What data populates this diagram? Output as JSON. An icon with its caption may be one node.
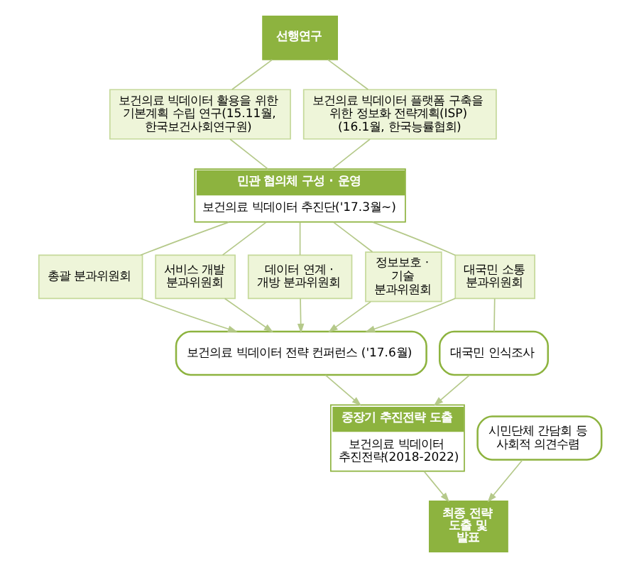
{
  "diagram": {
    "nodes": [
      {
        "text": [
          "선행연구"
        ]
      },
      {
        "text": [
          "보건의료 빅데이터 활용을 위한 기본계획 수립 연구(15.11월, 한국보건사회연구원)"
        ]
      },
      {
        "text": [
          "보건의료 빅데이터 플랫폼 구축을 위한 정보화 전략계획(ISP) (16.1월, 한국능률협회)"
        ]
      },
      {
        "text": [
          "민관 협의체 구성 · 운영",
          "보건의료 빅데이터 추진단('17.3월~)"
        ]
      },
      {
        "text": [
          "총괄 분과위원회"
        ]
      },
      {
        "text": [
          "서비스 개발 분과위원회"
        ]
      },
      {
        "text": [
          "데이터 연계 · 개방 분과위원회"
        ]
      },
      {
        "text": [
          "정보보호 · 기술 분과위원회"
        ]
      },
      {
        "text": [
          "대국민 소통 분과위원회"
        ]
      },
      {
        "text": [
          "보건의료 빅데이터 전략 컨퍼런스 ('17.6월)"
        ]
      },
      {
        "text": [
          "대국민 인식조사"
        ]
      },
      {
        "text": [
          "중장기 추진전략 도출",
          "보건의료 빅데이터 추진전략(2018-2022)"
        ]
      },
      {
        "text": [
          "시민단체 간담회 등 사회적 의견수렴"
        ]
      },
      {
        "text": [
          "최종 전략 도출 및 발표"
        ]
      }
    ],
    "edges": [
      {
        "from": 0,
        "to": 1,
        "arrow": "none"
      },
      {
        "from": 0,
        "to": 2,
        "arrow": "none"
      },
      {
        "from": 1,
        "to": 3,
        "arrow": "none"
      },
      {
        "from": 2,
        "to": 3,
        "arrow": "none"
      },
      {
        "from": 3,
        "to": 4,
        "arrow": "none"
      },
      {
        "from": 3,
        "to": 5,
        "arrow": "none"
      },
      {
        "from": 3,
        "to": 6,
        "arrow": "none"
      },
      {
        "from": 3,
        "to": 7,
        "arrow": "none"
      },
      {
        "from": 3,
        "to": 8,
        "arrow": "none"
      },
      {
        "from": 4,
        "to": 9,
        "arrow": "to"
      },
      {
        "from": 5,
        "to": 9,
        "arrow": "to"
      },
      {
        "from": 6,
        "to": 9,
        "arrow": "to"
      },
      {
        "from": 7,
        "to": 9,
        "arrow": "to"
      },
      {
        "from": 8,
        "to": 9,
        "arrow": "to"
      },
      {
        "from": 8,
        "to": 10,
        "arrow": "none"
      },
      {
        "from": 9,
        "to": 11,
        "arrow": "to"
      },
      {
        "from": 10,
        "to": 11,
        "arrow": "to"
      },
      {
        "from": 11,
        "to": 13,
        "arrow": "to"
      },
      {
        "from": 12,
        "to": 13,
        "arrow": "to"
      }
    ]
  }
}
